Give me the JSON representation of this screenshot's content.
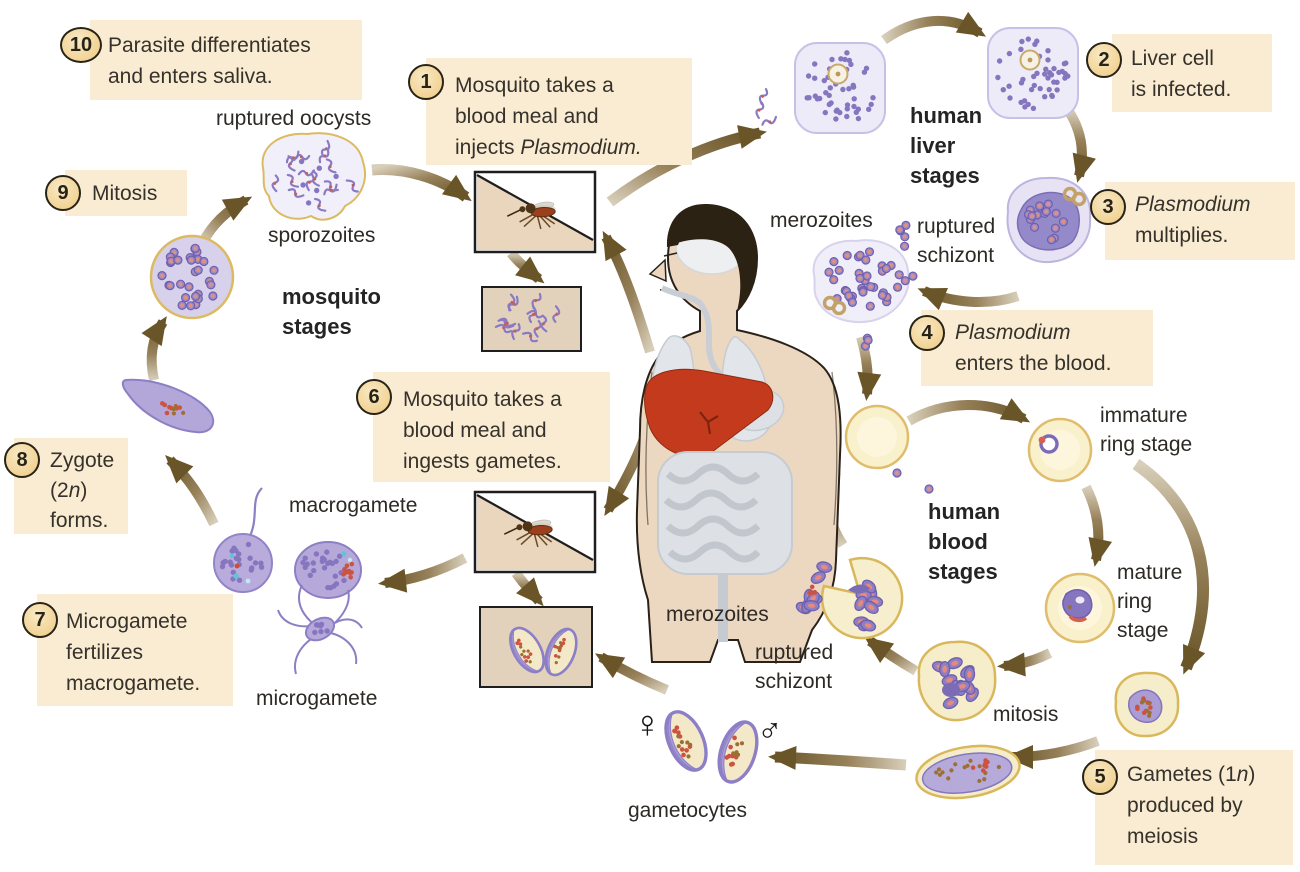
{
  "callouts": {
    "c1": {
      "number": "1",
      "l1": "Mosquito takes a",
      "l2": "blood meal and",
      "l3a": "injects ",
      "l3b": "Plasmodium."
    },
    "c2": {
      "number": "2",
      "l1": "Liver cell",
      "l2": "is infected."
    },
    "c3": {
      "number": "3",
      "l1": "Plasmodium",
      "l2": "multiplies."
    },
    "c4": {
      "number": "4",
      "l1": "Plasmodium",
      "l2": "enters the blood."
    },
    "c5": {
      "number": "5",
      "l1a": "Gametes (1",
      "l1b": "n",
      "l1c": ")",
      "l2": "produced by",
      "l3": "meiosis"
    },
    "c6": {
      "number": "6",
      "l1": "Mosquito takes a",
      "l2": "blood meal and",
      "l3": "ingests gametes."
    },
    "c7": {
      "number": "7",
      "l1": "Microgamete",
      "l2": "fertilizes",
      "l3": "macrogamete."
    },
    "c8": {
      "number": "8",
      "l1": "Zygote",
      "l2a": "(2",
      "l2b": "n",
      "l2c": ")",
      "l3": "forms."
    },
    "c9": {
      "number": "9",
      "l1": "Mitosis"
    },
    "c10": {
      "number": "10",
      "l1": "Parasite differentiates",
      "l2": "and enters saliva."
    }
  },
  "stage_groups": {
    "mosquito": {
      "l1": "mosquito",
      "l2": "stages"
    },
    "liver": {
      "l1": "human",
      "l2": "liver",
      "l3": "stages"
    },
    "blood": {
      "l1": "human",
      "l2": "blood",
      "l3": "stages"
    }
  },
  "labels": {
    "ruptured_oocysts": "ruptured oocysts",
    "sporozoites": "sporozoites",
    "merozoites_liver": "merozoites",
    "ruptured_schizont_liver": {
      "l1": "ruptured",
      "l2": "schizont"
    },
    "immature_ring": {
      "l1": "immature",
      "l2": "ring stage"
    },
    "mature_ring": {
      "l1": "mature",
      "l2": "ring",
      "l3": "stage"
    },
    "mitosis": "mitosis",
    "merozoites_blood": "merozoites",
    "ruptured_schizont_blood": {
      "l1": "ruptured",
      "l2": "schizont"
    },
    "gametocytes": "gametocytes",
    "macrogamete": "macrogamete",
    "microgamete": "microgamete"
  },
  "symbols": {
    "female": "♀",
    "male": "♂"
  },
  "colors": {
    "callout_bg": "#faecd2",
    "badge_fill": "#eeca81",
    "arrow_brown": "#6a5529",
    "cell_purple": "#8d7fc5",
    "cell_lavender": "#edebf8",
    "cell_yellow": "#f6edca",
    "cell_gold_outline": "#d9b85c",
    "merozoite_center": "#e2907f",
    "liver_red": "#c43a1d",
    "skin": "#ecd8c0"
  }
}
